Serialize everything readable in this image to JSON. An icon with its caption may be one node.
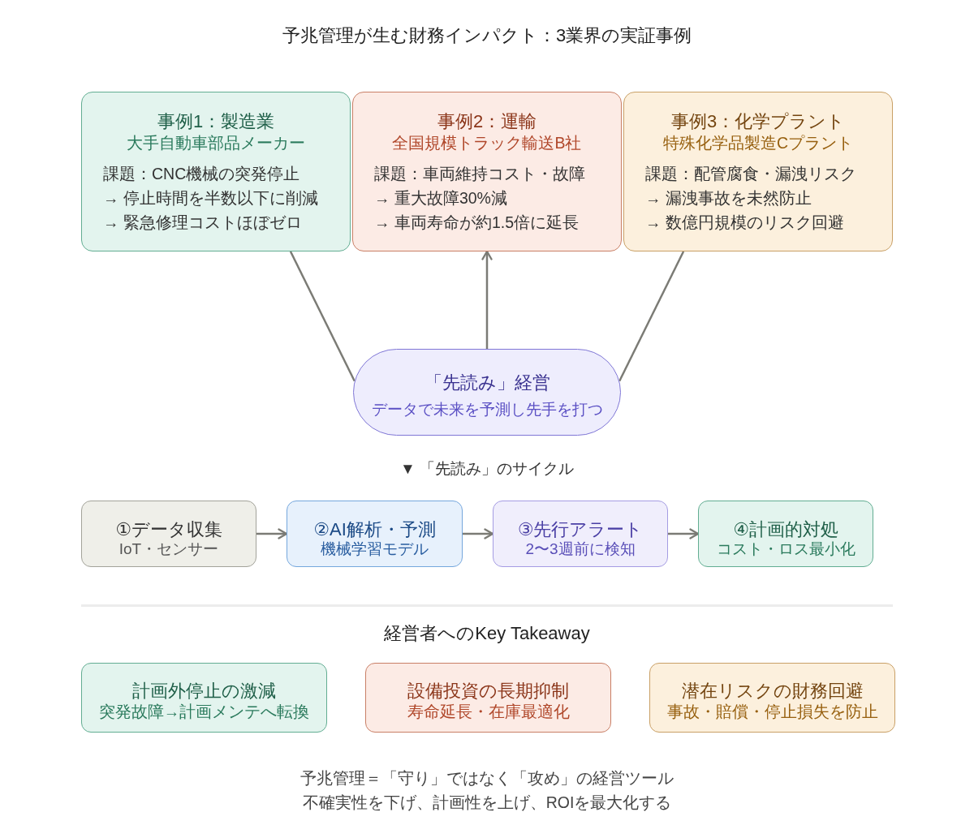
{
  "diagram": {
    "title": "予兆管理が生む財務インパクト：3業界の実証事例",
    "nodes": [
      {
        "text": [
          "事例1：製造業",
          "大手自動車部品メーカー",
          "課題：CNC機械の突発停止",
          "→ 停止時間を半数以下に削減",
          "→ 緊急修理コストほぼゼロ"
        ]
      },
      {
        "text": [
          "事例2：運輸",
          "全国規模トラック輸送B社",
          "課題：車両維持コスト・故障",
          "→ 重大故障30%減",
          "→ 車両寿命が約1.5倍に延長"
        ]
      },
      {
        "text": [
          "事例3：化学プラント",
          "特殊化学品製造Cプラント",
          "課題：配管腐食・漏洩リスク",
          "→ 漏洩事故を未然防止",
          "→ 数億円規模のリスク回避"
        ]
      },
      {
        "text": [
          "「先読み」経営",
          "データで未来を予測し先手を打つ"
        ]
      },
      {
        "text": [
          "①データ収集",
          "IoT・センサー"
        ]
      },
      {
        "text": [
          "②AI解析・予測",
          "機械学習モデル"
        ]
      },
      {
        "text": [
          "③先行アラート",
          "2〜3週前に検知"
        ]
      },
      {
        "text": [
          "④計画的対処",
          "コスト・ロス最小化"
        ]
      },
      {
        "text": [
          "計画外停止の激減",
          "突発故障→計画メンテへ転換"
        ]
      },
      {
        "text": [
          "設備投資の長期抑制",
          "寿命延長・在庫最適化"
        ]
      },
      {
        "text": [
          "潜在リスクの財務回避",
          "事故・賠償・停止損失を防止"
        ]
      }
    ],
    "edges": [
      {
        "from": 3,
        "to": 0,
        "arrow": "none"
      },
      {
        "from": 3,
        "to": 1,
        "arrow": "to"
      },
      {
        "from": 3,
        "to": 2,
        "arrow": "none"
      },
      {
        "from": 4,
        "to": 5,
        "arrow": "to"
      },
      {
        "from": 5,
        "to": 6,
        "arrow": "to"
      },
      {
        "from": 6,
        "to": 7,
        "arrow": "to"
      }
    ],
    "labels": [
      "▼ 「先読み」のサイクル",
      "経営者へのKey Takeaway",
      "予兆管理＝「守り」ではなく「攻め」の経営ツール",
      "不確実性を下げ、計画性を上げ、ROIを最大化する"
    ]
  }
}
